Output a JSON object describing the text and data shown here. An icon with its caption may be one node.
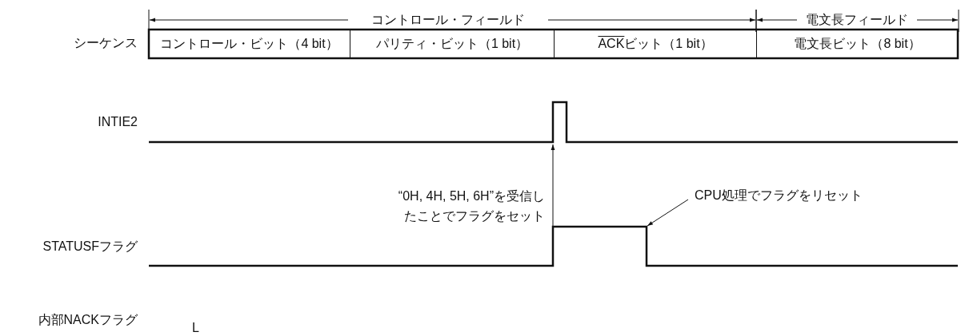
{
  "diagram": {
    "nodes": [
      {
        "text": [
          "コントロール・ビット（4 bit）"
        ]
      },
      {
        "text": [
          "パリティ・ビット（1 bit）"
        ]
      },
      {
        "text": [
          "ACKビット（1 bit）"
        ]
      },
      {
        "text": [
          "電文長ビット（8 bit）"
        ]
      },
      {
        "text": [],
        "shape": "line"
      },
      {
        "text": [
          "CPU処理でフラグをリセット"
        ]
      },
      {
        "text": [],
        "shape": "line"
      }
    ],
    "edges": [
      {
        "from": 6,
        "to": 4,
        "arrow": "to",
        "label": "“0H, 4H, 5H, 6H”を受信したことでフラグをセット"
      },
      {
        "from": 5,
        "to": 6,
        "arrow": "to"
      }
    ],
    "labels": [
      "コントロール・フィールド",
      "電文長フィールド",
      "シーケンス",
      "INTIE2",
      "STATUSFフラグ",
      "内部NACKフラグ",
      "L"
    ]
  }
}
